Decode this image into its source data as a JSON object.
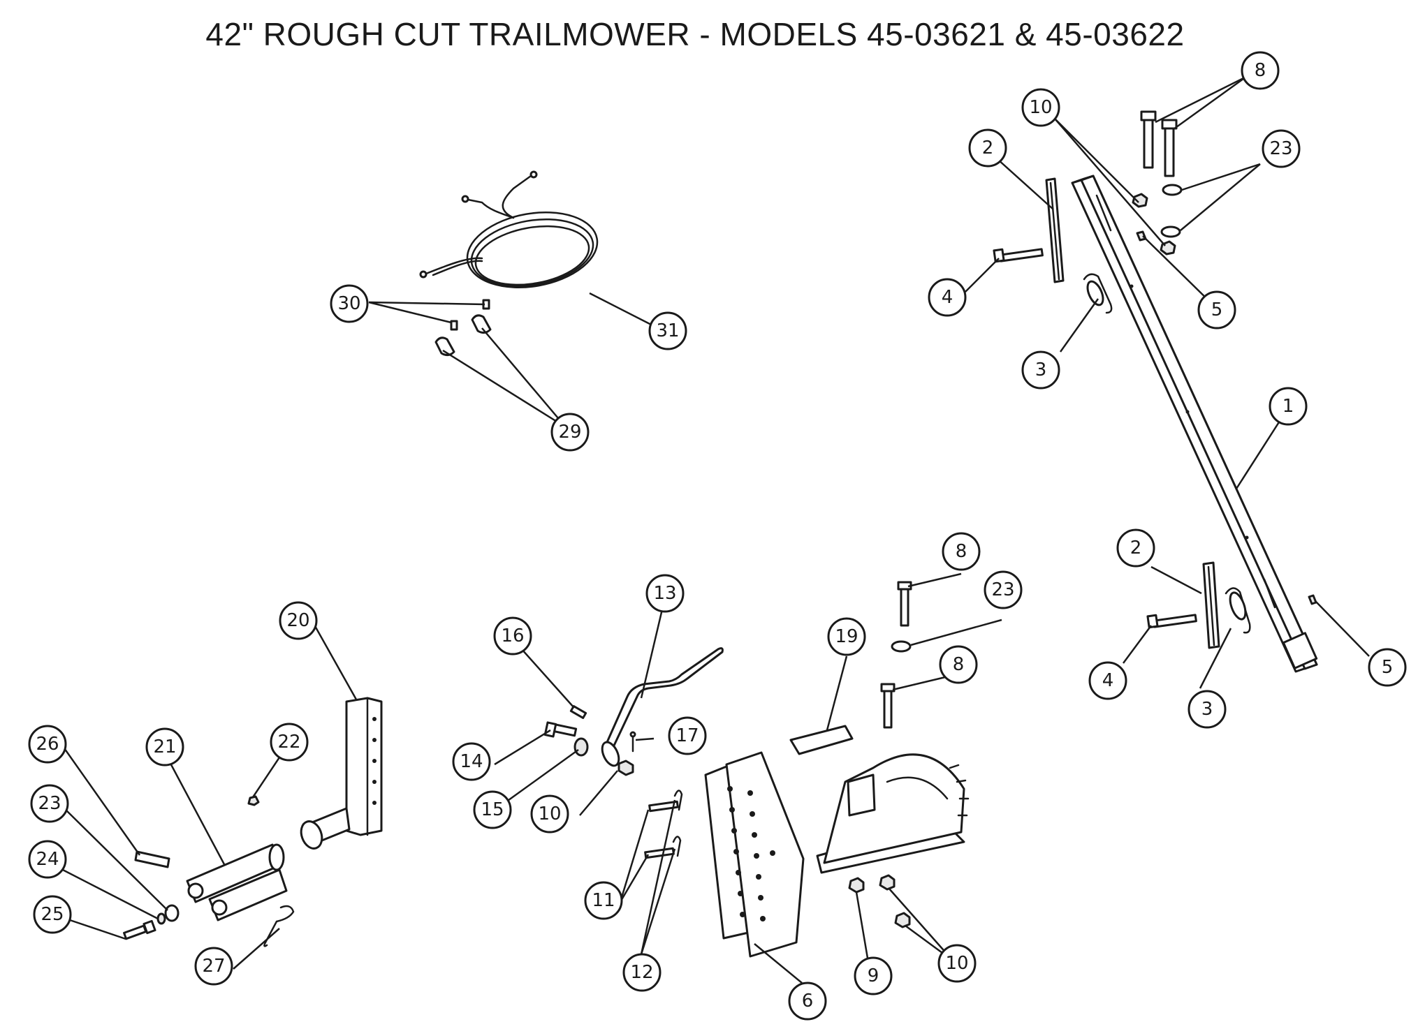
{
  "title": "42\" ROUGH CUT TRAILMOWER - MODELS 45-03621 & 45-03622",
  "callouts": [
    {
      "id": "c-8-top",
      "label": "8"
    },
    {
      "id": "c-10-top",
      "label": "10"
    },
    {
      "id": "c-2-top",
      "label": "2"
    },
    {
      "id": "c-23-top",
      "label": "23"
    },
    {
      "id": "c-4-top",
      "label": "4"
    },
    {
      "id": "c-5-top",
      "label": "5"
    },
    {
      "id": "c-3-top",
      "label": "3"
    },
    {
      "id": "c-1",
      "label": "1"
    },
    {
      "id": "c-2-bot",
      "label": "2"
    },
    {
      "id": "c-4-bot",
      "label": "4"
    },
    {
      "id": "c-3-bot",
      "label": "3"
    },
    {
      "id": "c-5-bot",
      "label": "5"
    },
    {
      "id": "c-30",
      "label": "30"
    },
    {
      "id": "c-31",
      "label": "31"
    },
    {
      "id": "c-29",
      "label": "29"
    },
    {
      "id": "c-20",
      "label": "20"
    },
    {
      "id": "c-26",
      "label": "26"
    },
    {
      "id": "c-21",
      "label": "21"
    },
    {
      "id": "c-22",
      "label": "22"
    },
    {
      "id": "c-23-left",
      "label": "23"
    },
    {
      "id": "c-24",
      "label": "24"
    },
    {
      "id": "c-25",
      "label": "25"
    },
    {
      "id": "c-27",
      "label": "27"
    },
    {
      "id": "c-13",
      "label": "13"
    },
    {
      "id": "c-16",
      "label": "16"
    },
    {
      "id": "c-14",
      "label": "14"
    },
    {
      "id": "c-17",
      "label": "17"
    },
    {
      "id": "c-15",
      "label": "15"
    },
    {
      "id": "c-10-mid",
      "label": "10"
    },
    {
      "id": "c-11",
      "label": "11"
    },
    {
      "id": "c-12",
      "label": "12"
    },
    {
      "id": "c-19",
      "label": "19"
    },
    {
      "id": "c-8-mid-a",
      "label": "8"
    },
    {
      "id": "c-23-mid",
      "label": "23"
    },
    {
      "id": "c-8-mid-b",
      "label": "8"
    },
    {
      "id": "c-6",
      "label": "6"
    },
    {
      "id": "c-9",
      "label": "9"
    },
    {
      "id": "c-10-bot",
      "label": "10"
    }
  ]
}
